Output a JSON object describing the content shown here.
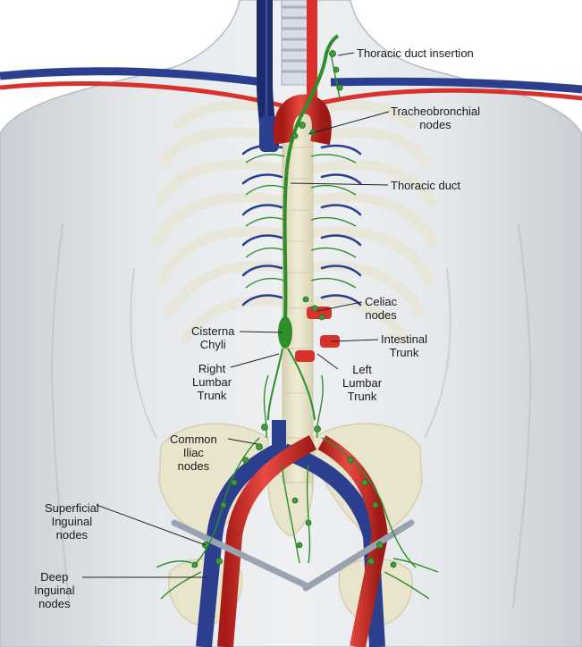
{
  "colors": {
    "artery": "#d9312b",
    "vein": "#2c3f8f",
    "lymph": "#2e8f2a",
    "body": "#dfe3e6",
    "bone": "#ece7cf"
  },
  "labels": {
    "thoracic_duct_insertion": [
      "Thoracic duct insertion"
    ],
    "tracheobronchial_nodes": [
      "Tracheobronchial",
      "nodes"
    ],
    "thoracic_duct": [
      "Thoracic duct"
    ],
    "celiac_nodes": [
      "Celiac",
      "nodes"
    ],
    "cisterna_chyli": [
      "Cisterna",
      "Chyli"
    ],
    "intestinal_trunk": [
      "Intestinal",
      "Trunk"
    ],
    "right_lumbar_trunk": [
      "Right",
      "Lumbar",
      "Trunk"
    ],
    "left_lumbar_trunk": [
      "Left",
      "Lumbar",
      "Trunk"
    ],
    "common_iliac_nodes": [
      "Common",
      "Iliac",
      "nodes"
    ],
    "superficial_inguinal_nodes": [
      "Superficial",
      "Inguinal",
      "nodes"
    ],
    "deep_inguinal_nodes": [
      "Deep",
      "Inguinal",
      "nodes"
    ]
  }
}
